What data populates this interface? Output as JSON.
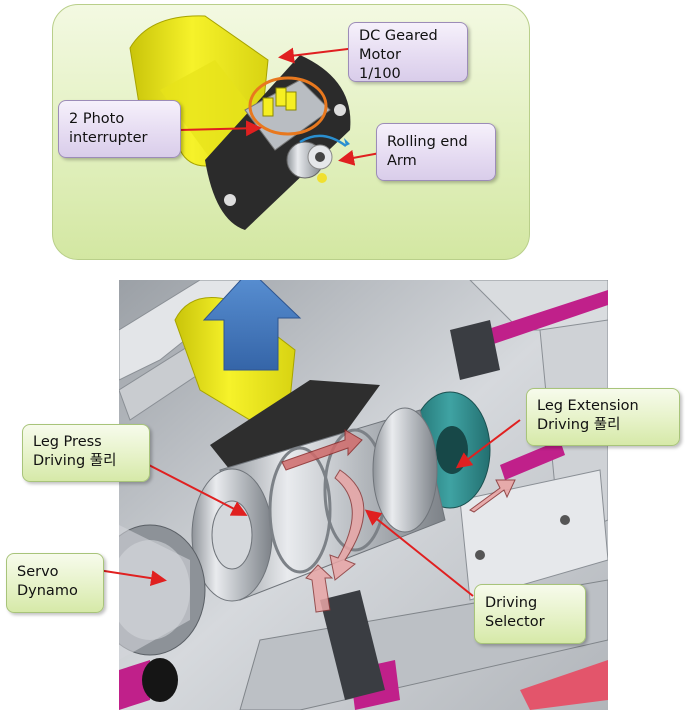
{
  "labels": {
    "motor": "DC Geared\nMotor\n1/100",
    "photo_interrupter": "2 Photo\ninterrupter",
    "rolling_arm": "Rolling end\nArm",
    "leg_extension": "Leg Extension\nDriving 풀리",
    "leg_press": "Leg Press\nDriving 풀리",
    "servo": "Servo\nDynamo",
    "selector": "Driving\nSelector"
  },
  "colors": {
    "panel_green": "#dcebb4",
    "callout_lavender": "#e4daf0",
    "callout_green": "#e4f1c4",
    "arrow_red": "#e02020",
    "big_arrow_blue": "#3f78c0",
    "motor_yellow": "#f2ee1e",
    "pulley_teal": "#2f8e8e",
    "rod_magenta": "#c0208a",
    "highlight_orange": "#e8781e"
  }
}
